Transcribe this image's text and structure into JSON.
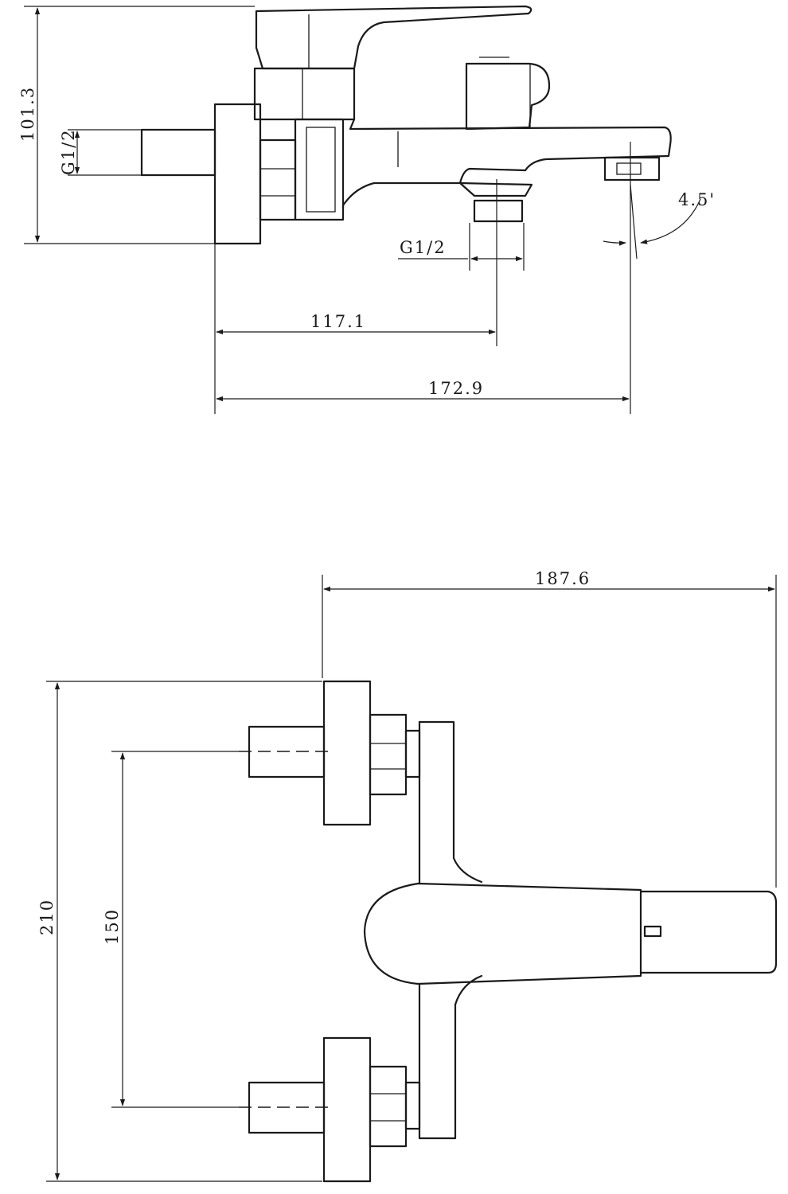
{
  "top_view": {
    "height": "101.3",
    "inlet_thread": "G1/2",
    "outlet_thread": "G1/2",
    "outlet_distance": "117.1",
    "spout_reach": "172.9",
    "spout_angle": "4.5'"
  },
  "bottom_view": {
    "total_depth": "187.6",
    "total_width": "210",
    "inlet_centers": "150"
  }
}
